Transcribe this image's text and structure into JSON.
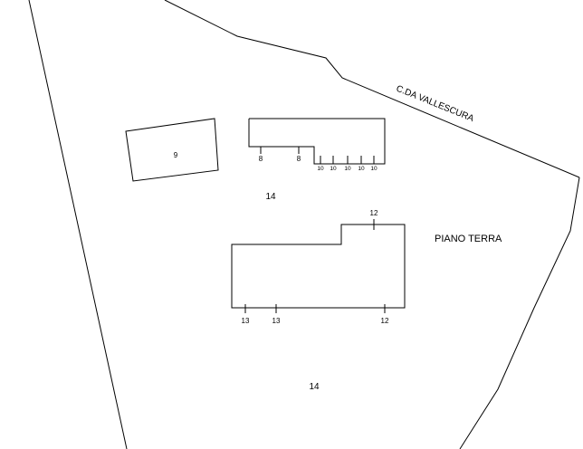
{
  "drawing": {
    "road_name": "C.DA VALLESCURA",
    "floor_label": "PIANO TERRA",
    "parcel_number_upper": "14",
    "parcel_number_lower": "14",
    "left_building": {
      "number": "9"
    },
    "top_building": {
      "neighbor_numbers": [
        "8",
        "8"
      ],
      "small_numbers": [
        "10",
        "10",
        "10",
        "10",
        "10"
      ]
    },
    "main_building": {
      "top_number": "12",
      "bottom_numbers": [
        "13",
        "13",
        "12"
      ]
    }
  }
}
